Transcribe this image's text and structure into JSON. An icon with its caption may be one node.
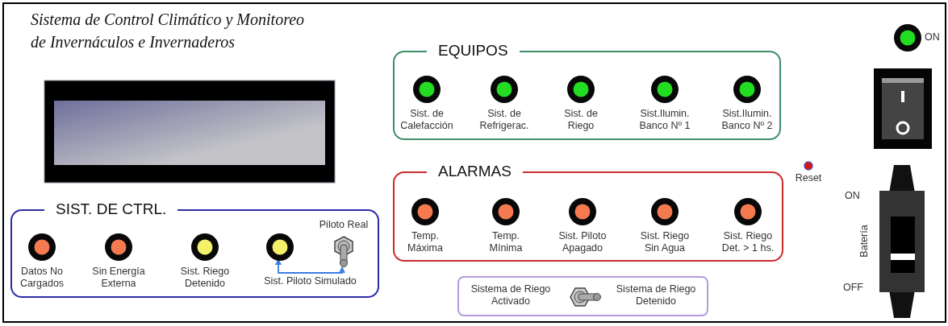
{
  "diagram": {
    "title": "Sistema de Control Climático y Monitoreo de Invernáculos e Invernaderos",
    "nodes": [
      {
        "text": [
          "EQUIPOS"
        ]
      },
      {
        "text": [
          "Sist. de Calefacción"
        ],
        "in": 0
      },
      {
        "text": [
          "Sist. de Refrigerac."
        ],
        "in": 0
      },
      {
        "text": [
          "Sist. de Riego"
        ],
        "in": 0
      },
      {
        "text": [
          "Sist.Ilumin. Banco Nº 1"
        ],
        "in": 0
      },
      {
        "text": [
          "Sist.Ilumin. Banco Nº 2"
        ],
        "in": 0
      },
      {
        "text": [
          "ALARMAS"
        ]
      },
      {
        "text": [
          "Temp. Máxima"
        ],
        "in": 6
      },
      {
        "text": [
          "Temp. Mínima"
        ],
        "in": 6
      },
      {
        "text": [
          "Sist. Piloto Apagado"
        ],
        "in": 6
      },
      {
        "text": [
          "Sist. Riego Sin Agua"
        ],
        "in": 6
      },
      {
        "text": [
          "Sist. Riego Det. > 1 hs."
        ],
        "in": 6
      },
      {
        "text": [
          "SIST. DE CTRL."
        ]
      },
      {
        "text": [
          "Datos No Cargados"
        ],
        "in": 12
      },
      {
        "text": [
          "Sin Energía Externa"
        ],
        "in": 12
      },
      {
        "text": [
          "Sist. Riego Detenido"
        ],
        "in": 12
      },
      {
        "text": [],
        "shape": "circle",
        "in": 12
      },
      {
        "text": [
          "Piloto Real"
        ],
        "in": 12
      },
      {
        "text": [
          "Sistema de Riego Activado",
          "Sistema de Riego Detenido"
        ]
      },
      {
        "text": [
          "ON"
        ]
      },
      {
        "text": [
          "Reset"
        ]
      }
    ],
    "edges": [
      {
        "from": 16,
        "to": 17,
        "arrow": "both",
        "label": "Sist. Piloto Simulado"
      }
    ],
    "labels": [
      "ON",
      "Batería",
      "OFF"
    ]
  }
}
